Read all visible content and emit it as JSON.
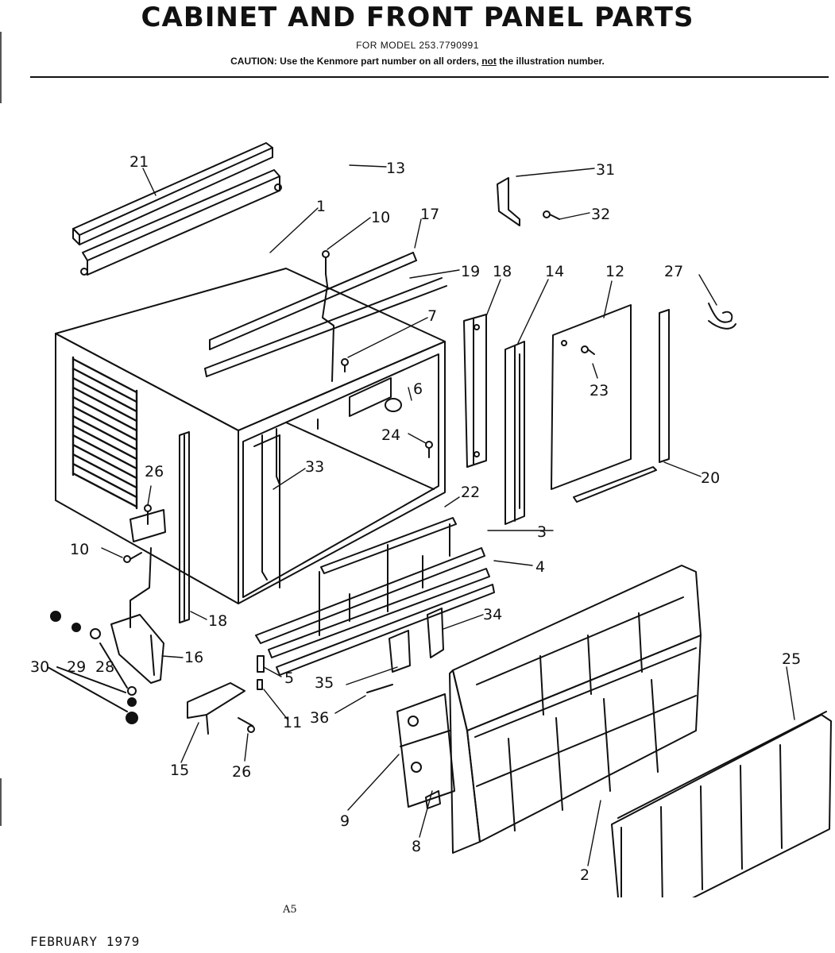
{
  "header": {
    "title": "CABINET AND FRONT PANEL PARTS",
    "model_line": "FOR MODEL 253.7790991",
    "caution_prefix": "CAUTION: Use the Kenmore part number on all orders,",
    "caution_not": "not",
    "caution_suffix": "the illustration number."
  },
  "callouts": [
    "21",
    "13",
    "1",
    "10",
    "17",
    "19",
    "31",
    "32",
    "18",
    "14",
    "12",
    "27",
    "7",
    "6",
    "23",
    "24",
    "33",
    "26",
    "22",
    "3",
    "20",
    "10",
    "4",
    "34",
    "18",
    "16",
    "30",
    "29",
    "28",
    "5",
    "35",
    "11",
    "36",
    "15",
    "26",
    "25",
    "9",
    "8",
    "2"
  ],
  "footer": {
    "page_code": "A5",
    "date": "FEBRUARY 1979"
  }
}
